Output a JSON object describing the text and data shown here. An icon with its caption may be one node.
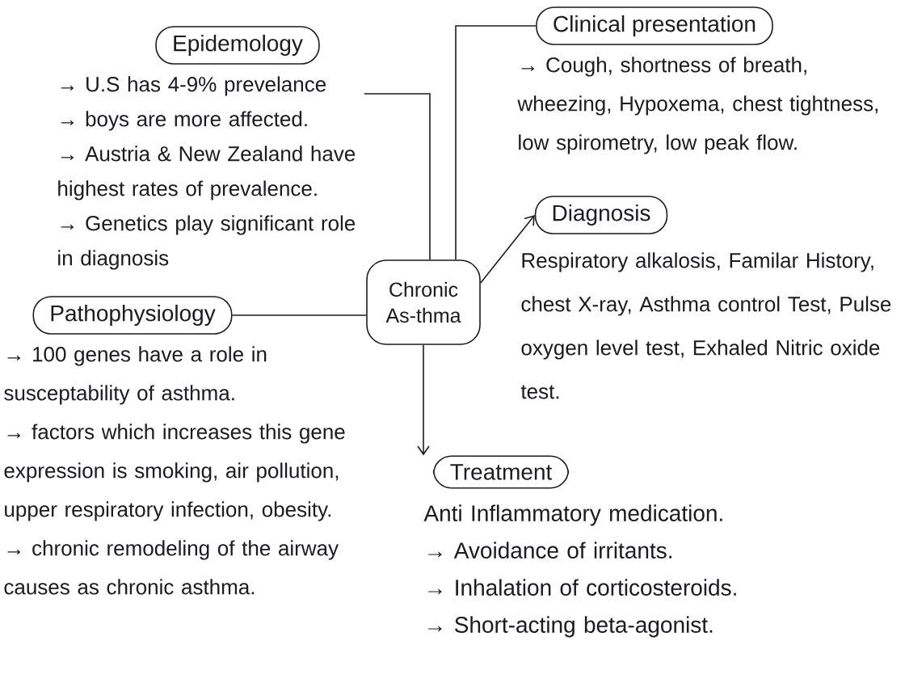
{
  "diagram": {
    "nodes": [
      {
        "text": [
          "Chronic As-thma"
        ]
      },
      {
        "text": [
          "Epidemology"
        ],
        "beside": [
          "→ U.S has 4-9% prevelance",
          "→ boys are more affected.",
          "→ Austria & New Zealand have highest rates of prevalence.",
          "→ Genetics play significant role in diagnosis"
        ]
      },
      {
        "text": [
          "Pathophysiology"
        ],
        "beside": [
          "→ 100 genes have a role in susceptability of asthma.",
          "→ factors which increases this gene expression is smoking, air pollution, upper respiratory infection, obesity.",
          "→ chronic remodeling of the airway causes as chronic asthma."
        ]
      },
      {
        "text": [
          "Clinical presentation"
        ],
        "beside": [
          "→ Cough, shortness of breath, wheezing, Hypoxema, chest tightness, low spirometry, low peak flow."
        ]
      },
      {
        "text": [
          "Diagnosis"
        ],
        "beside": [
          "Respiratory alkalosis, Familar History, chest X-ray, Asthma control Test, Pulse oxygen level test, Exhaled Nitric oxide test."
        ]
      },
      {
        "text": [
          "Treatment"
        ],
        "beside": [
          "Anti Inflammatory medication.",
          "→ Avoidance of irritants.",
          "→ Inhalation of corticosteroids.",
          "→ Short-acting beta-agonist."
        ]
      }
    ],
    "edges": [
      {
        "from": 0,
        "to": 1,
        "arrow": "none"
      },
      {
        "from": 0,
        "to": 3,
        "arrow": "none"
      },
      {
        "from": 0,
        "to": 4,
        "arrow": "to"
      },
      {
        "from": 0,
        "to": 2,
        "arrow": "none"
      },
      {
        "from": 0,
        "to": 5,
        "arrow": "to"
      }
    ]
  }
}
